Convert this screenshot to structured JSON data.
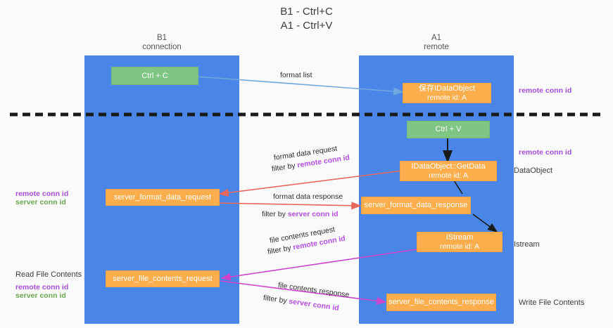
{
  "title": {
    "line1": "B1 - Ctrl+C",
    "line2": "A1 - Ctrl+V"
  },
  "lanes": [
    {
      "id": "b1",
      "name": "B1",
      "sub": "connection"
    },
    {
      "id": "a1",
      "name": "A1",
      "sub": "remote"
    }
  ],
  "boxes": {
    "ctrl_c": {
      "line1": "Ctrl + C",
      "color": "#7fc584"
    },
    "save_idataobject": {
      "line1": "保存IDataObject",
      "line2": "remote id: A",
      "color": "#fcae4d"
    },
    "ctrl_v": {
      "line1": "Ctrl + V",
      "color": "#7fc584"
    },
    "getdata": {
      "line1": "IDataObject::GetData",
      "line2": "remote id: A",
      "color": "#fcae4d"
    },
    "server_format_data_request": {
      "line1": "server_format_data_request",
      "color": "#fcae4d"
    },
    "server_format_data_response": {
      "line1": "server_format_data_response",
      "color": "#fcae4d"
    },
    "istream": {
      "line1": "IStream",
      "line2": "remote id: A",
      "color": "#fcae4d"
    },
    "server_file_contents_request": {
      "line1": "server_file_contents_request",
      "color": "#fcae4d"
    },
    "server_file_contents_response": {
      "line1": "server_file_contents_response",
      "color": "#fcae4d"
    }
  },
  "arrow_labels": {
    "format_list": "format list",
    "format_data_request": "format data request",
    "format_data_request_filter_prefix": "filter by ",
    "format_data_request_filter_key": "remote conn id",
    "format_data_response": "format data response",
    "format_data_response_filter_prefix": "filter by ",
    "format_data_response_filter_key": "server conn id",
    "file_contents_request": "file contents request",
    "file_contents_request_filter_prefix": "filter by ",
    "file_contents_request_filter_key": "remote conn id",
    "file_contents_response": "file contents response",
    "file_contents_response_filter_prefix": "filter by ",
    "file_contents_response_filter_key": "server conn id"
  },
  "annotations": {
    "right_remote_conn_id_top": "remote conn id",
    "right_remote_conn_id_mid": "remote conn id",
    "right_dataobject": "DataObject",
    "right_istream": "Istream",
    "right_write_file_contents": "Write File Contents",
    "left_remote_conn_id": "remote conn id",
    "left_server_conn_id": "server conn id",
    "left_read_file_contents": "Read File Contents",
    "left_remote_conn_id_2": "remote conn id",
    "left_server_conn_id_2": "server conn id"
  },
  "colors": {
    "lane": "#4a86e8",
    "green_box": "#7fc584",
    "orange_box": "#fcae4d",
    "purple_text": "#a64dd6",
    "green_text": "#6aa84f",
    "arrow_blue": "#6fa8dc",
    "arrow_red": "#e8685d",
    "arrow_magenta": "#cc44cc",
    "arrow_black": "#1a1a1a",
    "divider": "#1a1a1a",
    "background": "#fafafa"
  }
}
